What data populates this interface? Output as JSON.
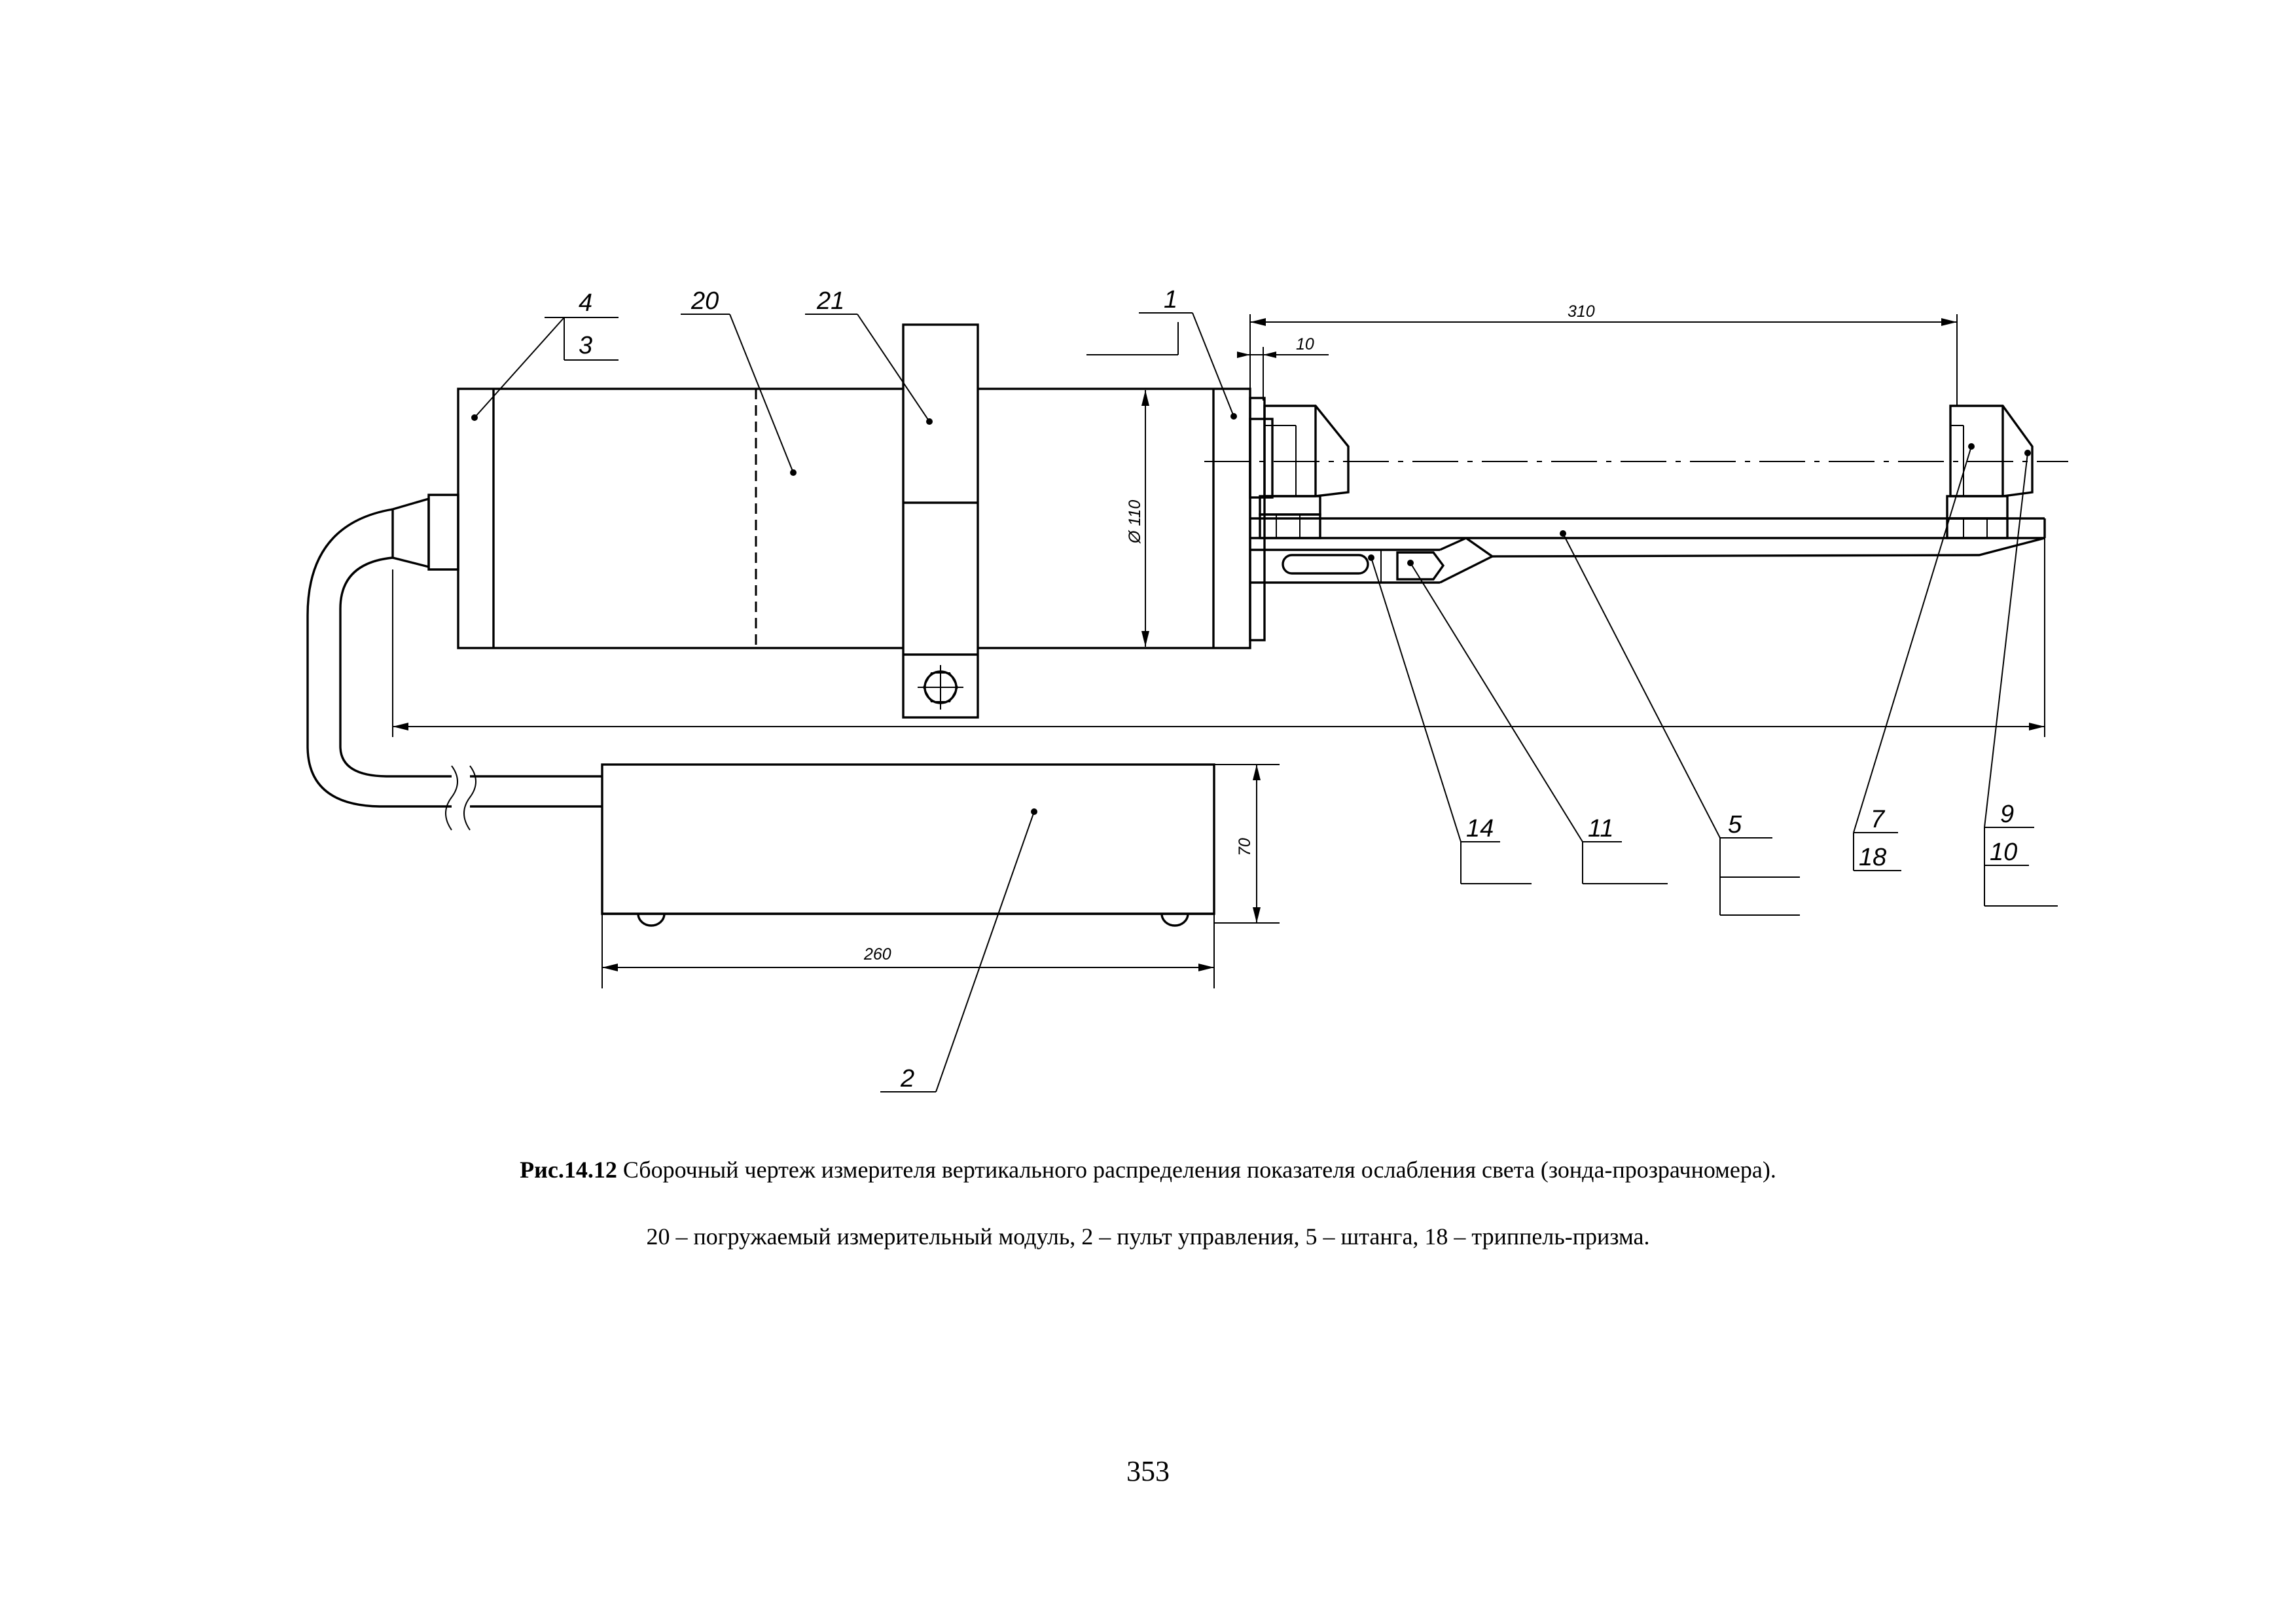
{
  "drawing": {
    "callouts": {
      "c4": "4",
      "c3": "3",
      "c20": "20",
      "c21": "21",
      "c1": "1",
      "c14": "14",
      "c11": "11",
      "c5": "5",
      "c7": "7",
      "c18": "18",
      "c9": "9",
      "c10": "10",
      "c2": "2"
    },
    "dimensions": {
      "d310": "310",
      "d10": "10",
      "d110": "Ø 110",
      "d70": "70",
      "d260": "260"
    }
  },
  "caption": {
    "figure_label": "Рис.14.12",
    "title": "Сборочный чертеж измерителя вертикального распределения показателя ослабления света (зонда-прозрачномера).",
    "legend": "20 – погружаемый измерительный модуль, 2 – пульт управления, 5 – штанга, 18 – триппель-призма."
  },
  "page_number": "353"
}
